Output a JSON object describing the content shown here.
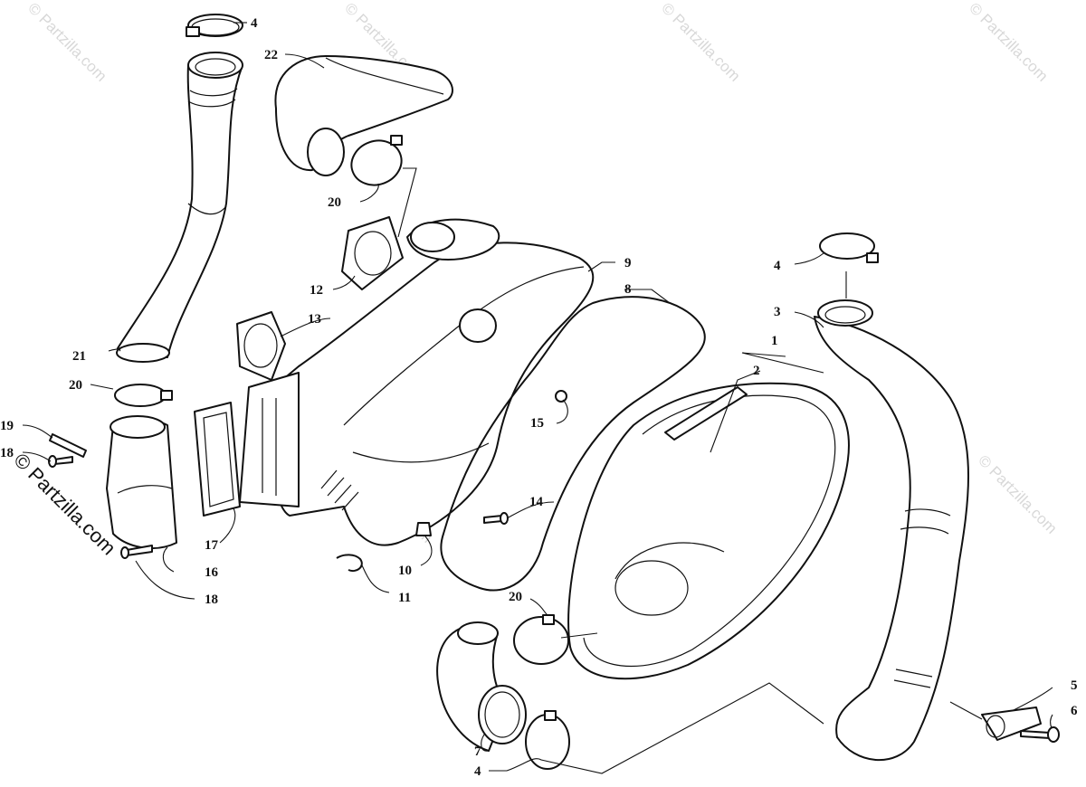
{
  "watermark": {
    "small": "© Partzilla.com",
    "main": "© Partzilla.com"
  },
  "callouts": {
    "c1": "1",
    "c2": "2",
    "c3": "3",
    "c4a": "4",
    "c4b": "4",
    "c4c": "4",
    "c5": "5",
    "c6": "6",
    "c7": "7",
    "c8": "8",
    "c9": "9",
    "c10": "10",
    "c11": "11",
    "c12": "12",
    "c13": "13",
    "c14": "14",
    "c15": "15",
    "c16": "16",
    "c17": "17",
    "c18a": "18",
    "c18b": "18",
    "c19": "19",
    "c20a": "20",
    "c20b": "20",
    "c20c": "20",
    "c21": "21",
    "c22": "22"
  }
}
